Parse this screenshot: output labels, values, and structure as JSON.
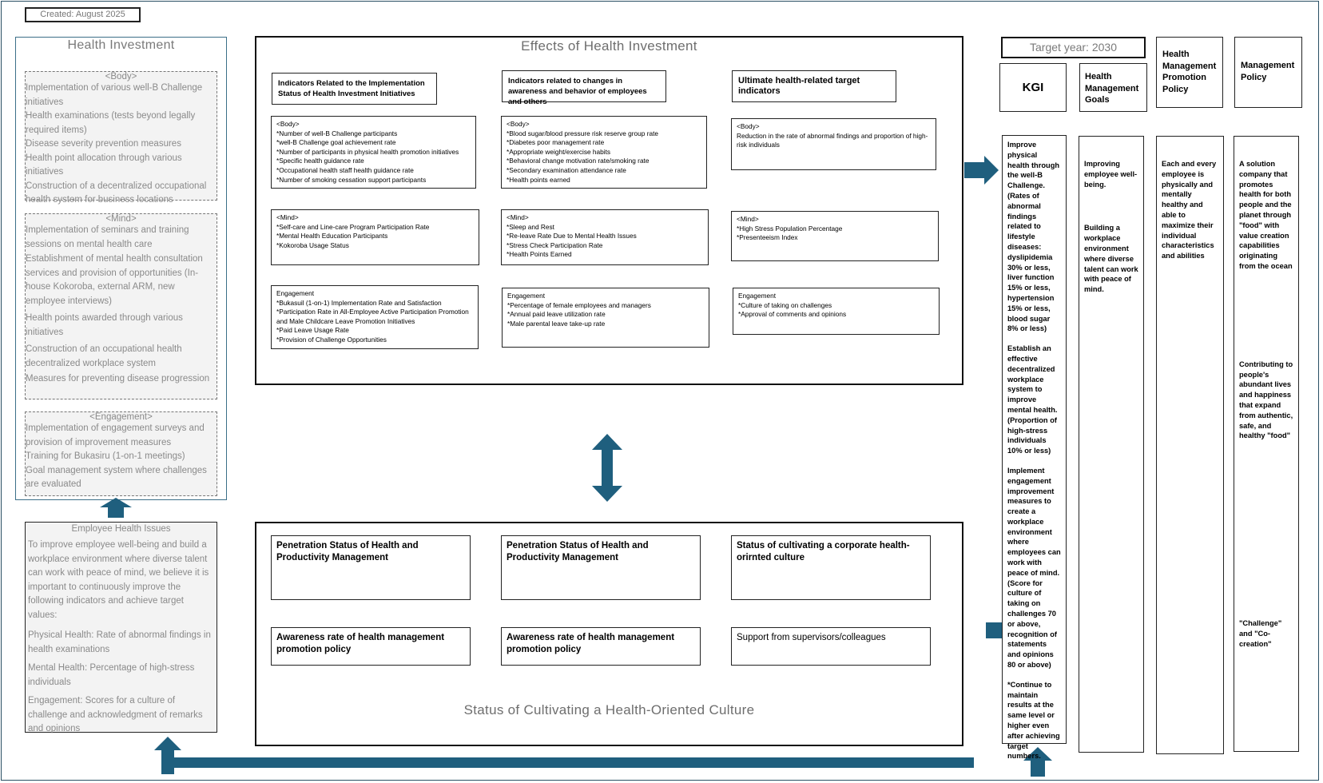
{
  "created": "Created: August 2025",
  "health_investment": {
    "title": "Health Investment",
    "body": {
      "heading": "<Body>",
      "items": [
        "Implementation of various well-B Challenge initiatives",
        "Health examinations (tests beyond legally required items)",
        "Disease severity prevention measures",
        "Health point allocation through various initiatives",
        "Construction of a decentralized occupational health system for business locations"
      ]
    },
    "mind": {
      "heading": "<Mind>",
      "items": [
        "Implementation of seminars and training sessions on mental health care",
        " Establishment of mental health consultation services and provision of opportunities (In-house Kokoroba, external ARM, new employee interviews)",
        "Health points awarded through various initiatives",
        "Construction of an occupational health decentralized workplace system",
        "Measures for preventing disease progression"
      ]
    },
    "engagement": {
      "heading": "<Engagement>",
      "items": [
        "Implementation of engagement surveys and provision of improvement measures",
        "Training for Bukasiru (1-on-1 meetings)",
        "Goal management system where challenges are evaluated"
      ]
    }
  },
  "employee_health_issues": {
    "title": "Employee Health Issues",
    "paragraphs": [
      "To improve employee well-being and build a workplace environment where diverse talent can work with peace of mind, we believe it is important to continuously improve the following indicators and achieve target values:",
      "Physical Health: Rate of abnormal findings in health examinations",
      "Mental Health: Percentage of high-stress individuals",
      "Engagement: Scores for a culture of challenge and acknowledgment of remarks and opinions"
    ]
  },
  "effects": {
    "title": "Effects of Health Investment",
    "headers": [
      "Indicators Related to the Implementation Status of Health Investment Initiatives",
      "Indicators related to changes in awareness and behavior of employees and others",
      "Ultimate health-related target indicators"
    ],
    "col1": {
      "body": [
        "<Body>",
        "*Number of well-B Challenge participants",
        "*well-B Challenge goal achievement rate",
        "*Number of participants in physical health promotion initiatives",
        "*Specific health guidance rate",
        "*Occupational health staff health guidance rate",
        "*Number of smoking cessation support participants"
      ],
      "mind": [
        "<Mind>",
        "*Self-care and Line-care Program Participation Rate",
        "*Mental Health Education Participants",
        "*Kokoroba Usage Status"
      ],
      "engagement": [
        "Engagement",
        "*Bukasuil (1-on-1) Implementation Rate and Satisfaction",
        "*Participation Rate in All-Employee Active Participation Promotion and Male Childcare Leave Promotion Initiatives",
        "*Paid Leave Usage Rate",
        "*Provision of Challenge Opportunities"
      ]
    },
    "col2": {
      "body": [
        "<Body>",
        "*Blood sugar/blood pressure risk reserve group rate",
        "*Diabetes poor management rate",
        "*Appropriate weight/exercise habits",
        "*Behavioral change motivation rate/smoking rate",
        "*Secondary examination attendance rate",
        "*Health points earned"
      ],
      "mind": [
        "<Mind>",
        "*Sleep and Rest",
        "*Re-leave Rate Due to Mental Health Issues",
        "*Stress Check Participation Rate",
        "*Health Points Earned"
      ],
      "engagement": [
        "Engagement",
        "*Percentage of female employees and managers",
        "*Annual paid leave utilization rate",
        "*Male parental leave take-up rate"
      ]
    },
    "col3": {
      "body": [
        "<Body>",
        "Reduction in the rate of abnormal findings and proportion of high-risk individuals"
      ],
      "mind": [
        "<Mind>",
        "*High Stress Population Percentage",
        "*Presenteeism Index"
      ],
      "engagement": [
        "Engagement",
        "*Culture of taking on challenges",
        "*Approval of comments and opinions"
      ]
    }
  },
  "culture": {
    "title": "Status of Cultivating a Health-Oriented Culture",
    "boxes": [
      "Penetration Status of Health and Productivity Management",
      "Penetration Status of Health and Productivity Management",
      "Status of cultivating a corporate health-orirnted culture",
      "Awareness rate of health management promotion policy",
      "Awareness rate of health management promotion policy",
      "Support from supervisors/colleagues"
    ]
  },
  "target": {
    "year_label": "Target year: 2030",
    "kgi_label": "KGI",
    "goals_label": "Health Management Goals",
    "promo_label": "Health Management Promotion Policy",
    "mgmt_label": "Management Policy",
    "kgi_text": [
      "Improve physical health through the well-B Challenge. (Rates of abnormal findings related to lifestyle diseases: dyslipidemia 30% or less, liver function 15% or less, hypertension 15% or less, blood sugar 8% or less)",
      "Establish an effective decentralized workplace system to improve mental health. (Proportion of high-stress individuals 10% or less)",
      "Implement engagement improvement measures to create a workplace environment where employees can work with peace of mind. (Score for culture of taking on challenges 70 or above, recognition of statements and opinions 80 or above)",
      "*Continue to maintain results at the same level or higher even after achieving target numbers."
    ],
    "goals_text": [
      "Improving employee well-being.",
      "Building a workplace environment where diverse talent can work with peace of mind."
    ],
    "promo_text": [
      "Each and every employee is physically and mentally healthy and able to maximize their individual characteristics and abilities"
    ],
    "mgmt_text": [
      "A solution company that promotes health for both people and the planet through \"food\" with value creation capabilities originating from the ocean",
      "Contributing to people's abundant lives and happiness that expand from authentic, safe, and healthy \"food\"",
      "\"Challenge\" and \"Co-creation\""
    ]
  },
  "colors": {
    "arrow": "#1f5f7e",
    "border_blue": "#3b6f88",
    "panel_grey": "#f3f3f3"
  }
}
